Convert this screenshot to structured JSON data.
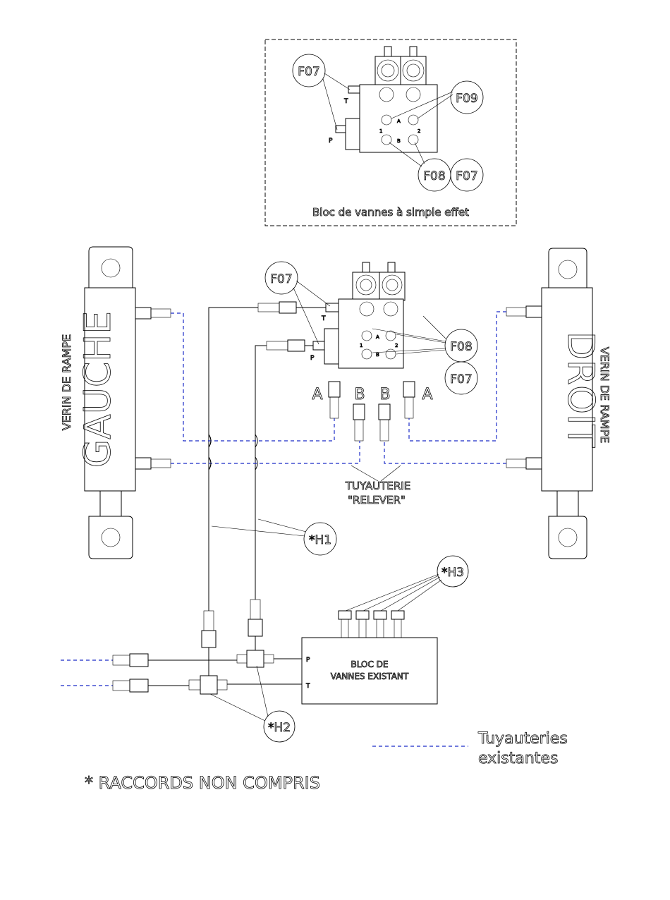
{
  "colors": {
    "existing_pipe": "#1b2bc8",
    "line": "#000000"
  },
  "inset": {
    "caption": "Bloc de vannes à simple effet",
    "callouts": [
      "F07",
      "F09",
      "F08",
      "F07"
    ],
    "ports": {
      "T": "T",
      "P": "P",
      "A": "A",
      "B": "B",
      "n1": "1",
      "n2": "2"
    }
  },
  "main_block": {
    "callouts": [
      "F07",
      "F08",
      "F07"
    ],
    "ports": {
      "T": "T",
      "P": "P",
      "A": "A",
      "B": "B",
      "n1": "1",
      "n2": "2"
    }
  },
  "left_cylinder": {
    "side_label": "VERIN DE RAMPE",
    "body_label": "GAUCHE"
  },
  "right_cylinder": {
    "side_label": "VERIN DE RAMPE",
    "body_label": "DROIT"
  },
  "port_labels": [
    "A",
    "B",
    "B",
    "A"
  ],
  "lift_piping": {
    "line1": "TUYAUTERIE",
    "line2": "\"RELEVER\""
  },
  "hoses": {
    "h1": "*H1",
    "h2": "*H2",
    "h3": "*H3"
  },
  "existing_block": {
    "line1": "BLOC DE",
    "line2": "VANNES EXISTANT",
    "P": "P",
    "T": "T"
  },
  "legend": {
    "line1": "Tuyauteries",
    "line2": "existantes"
  },
  "footnote": "* RACCORDS NON COMPRIS"
}
